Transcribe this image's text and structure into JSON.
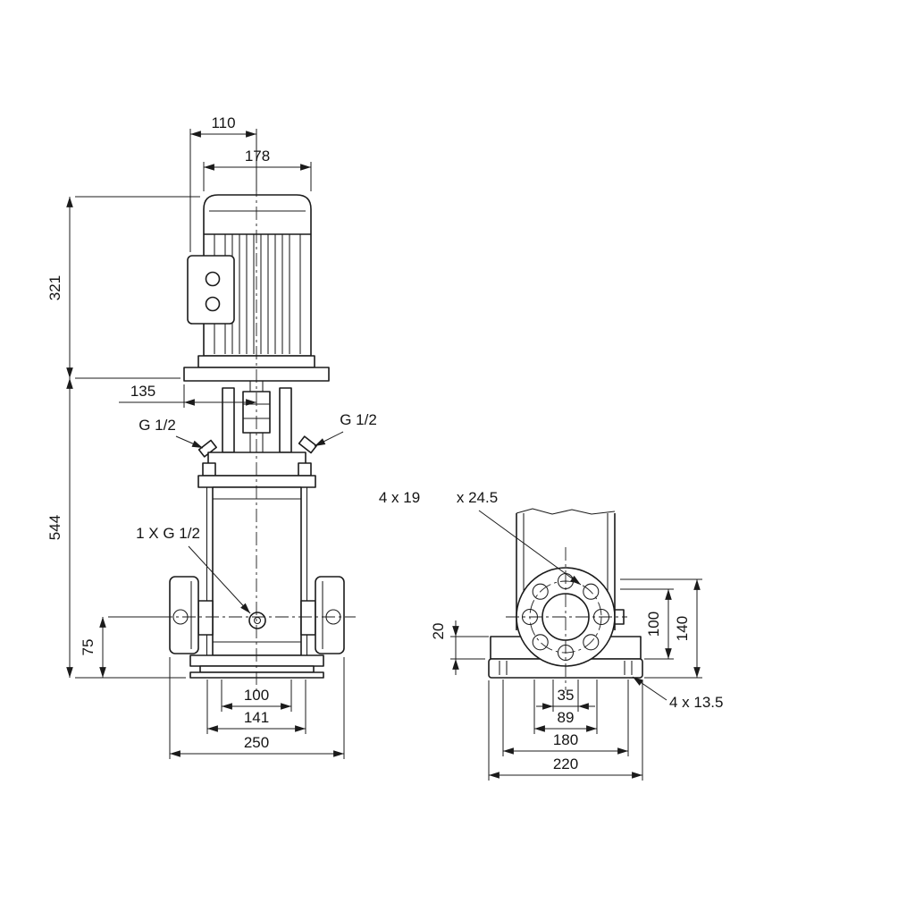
{
  "front_view": {
    "dim_110": "110",
    "dim_178": "178",
    "dim_321": "321",
    "dim_135": "135",
    "dim_544": "544",
    "dim_75": "75",
    "plug_left_label": "G 1/2",
    "plug_right_label": "G 1/2",
    "drain_label": "1 X G 1/2",
    "dim_100": "100",
    "dim_141": "141",
    "dim_250": "250"
  },
  "side_view": {
    "flange_holes_label": "4 x 19",
    "flange_holes_depth_label": "x 24.5",
    "dim_20": "20",
    "dim_100": "100",
    "dim_140": "140",
    "dim_35": "35",
    "dim_89": "89",
    "dim_180": "180",
    "dim_220": "220",
    "base_holes_label": "4 x 13.5"
  }
}
